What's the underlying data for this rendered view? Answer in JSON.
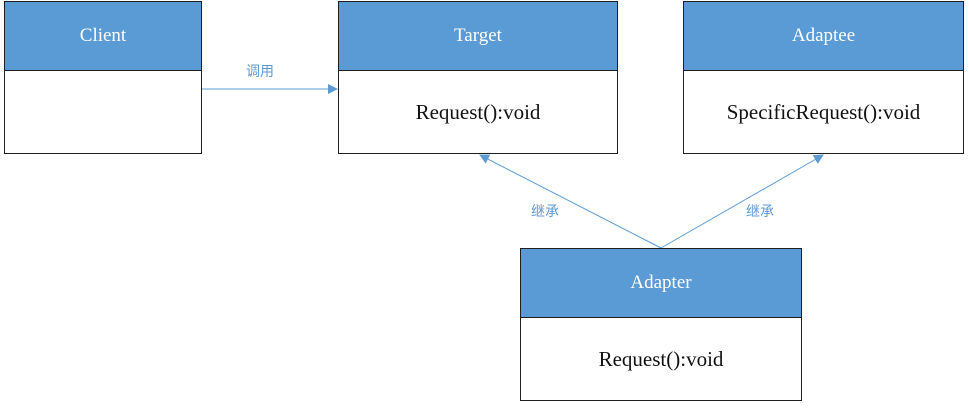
{
  "classes": {
    "client": {
      "name": "Client",
      "method": ""
    },
    "target": {
      "name": "Target",
      "method": "Request():void"
    },
    "adaptee": {
      "name": "Adaptee",
      "method": "SpecificRequest():void"
    },
    "adapter": {
      "name": "Adapter",
      "method": "Request():void"
    }
  },
  "relations": {
    "client_to_target": "调用",
    "adapter_to_target": "继承",
    "adapter_to_adaptee": "继承"
  },
  "colors": {
    "header_fill": "#5b9bd5",
    "connector": "#5b9bd5",
    "border": "#1f1f1f"
  }
}
